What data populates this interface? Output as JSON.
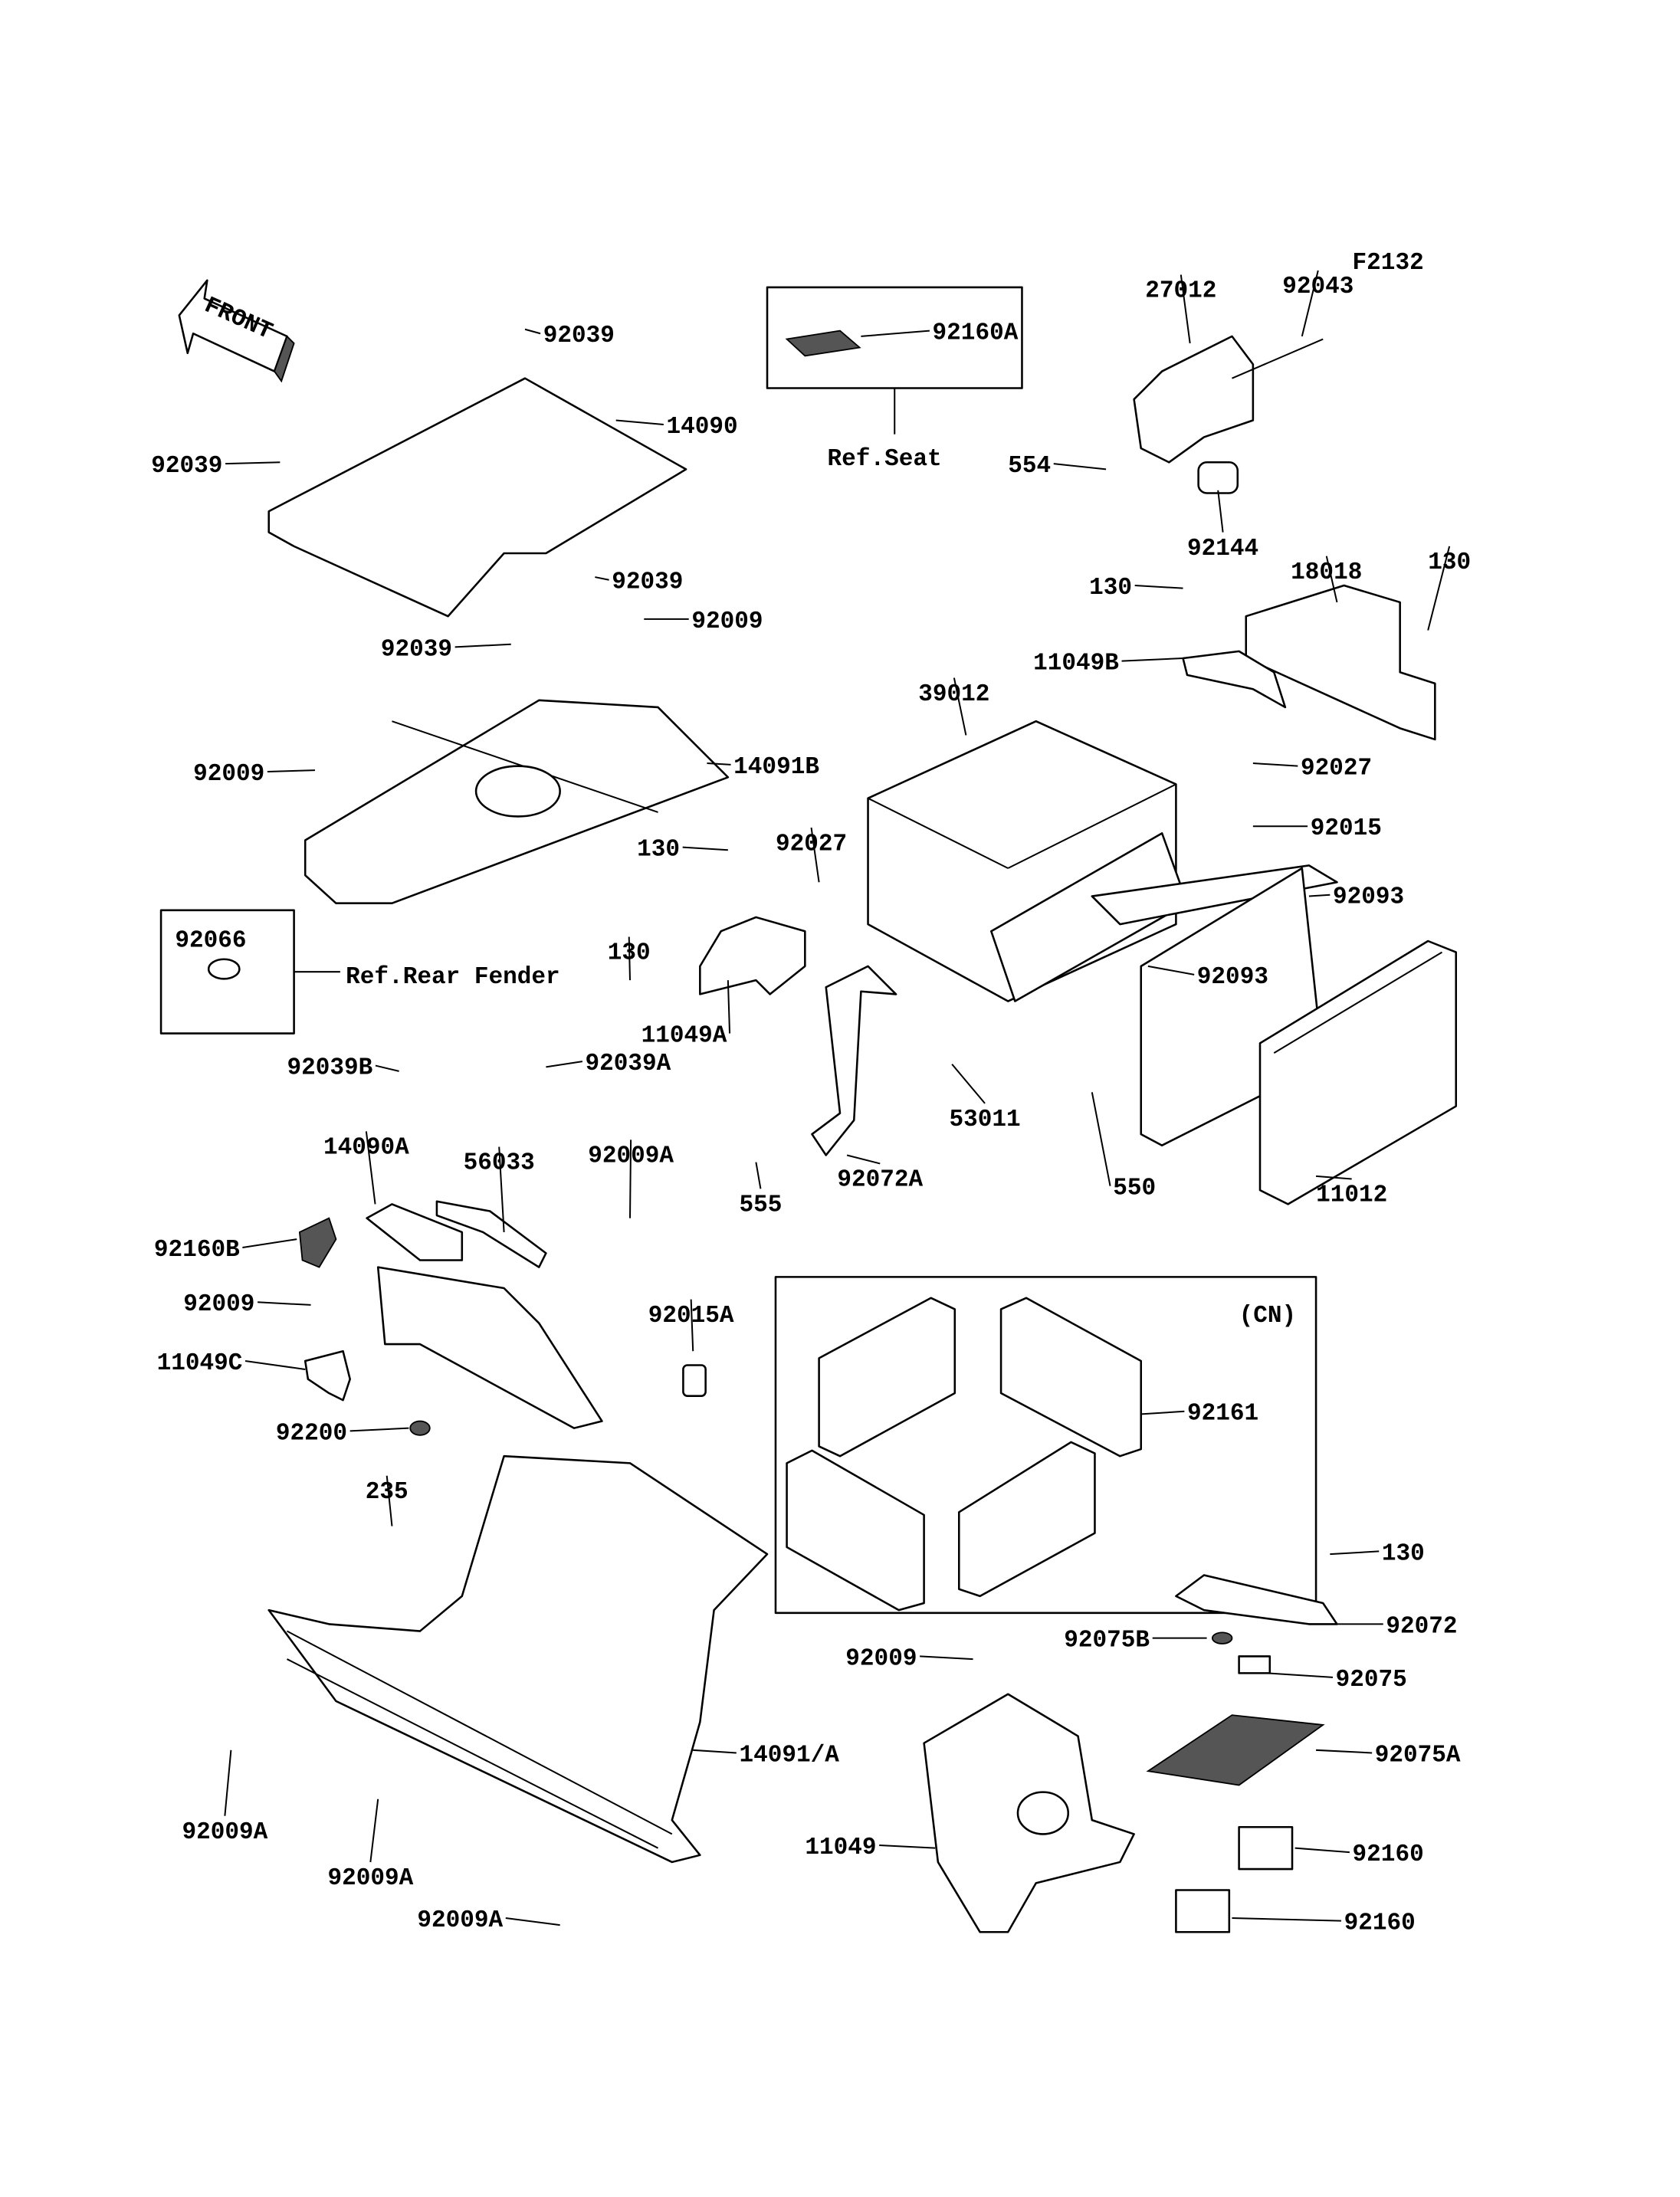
{
  "diagram": {
    "figure_code": "F2132",
    "front_label": "FRONT",
    "callouts": [
      "27012",
      "92043",
      "92160A",
      "Ref.Seat",
      "92039",
      "14090",
      "92039",
      "554",
      "92144",
      "130",
      "18018",
      "130",
      "92039",
      "92009",
      "92039",
      "11049B",
      "39012",
      "14091B",
      "92027",
      "92009",
      "92015",
      "130",
      "92027",
      "92093",
      "92066",
      "Ref.Rear Fender",
      "130",
      "92093",
      "92039B",
      "92039A",
      "11049A",
      "53011",
      "14090A",
      "56033",
      "92009A",
      "555",
      "92072A",
      "550",
      "11012",
      "(CN)",
      "92160B",
      "92009",
      "92015A",
      "92161",
      "11049C",
      "92200",
      "235",
      "130",
      "92072",
      "92075B",
      "92009",
      "92075",
      "14091/A",
      "92075A",
      "92009A",
      "11049",
      "92009A",
      "92160",
      "92009A",
      "92160"
    ]
  }
}
